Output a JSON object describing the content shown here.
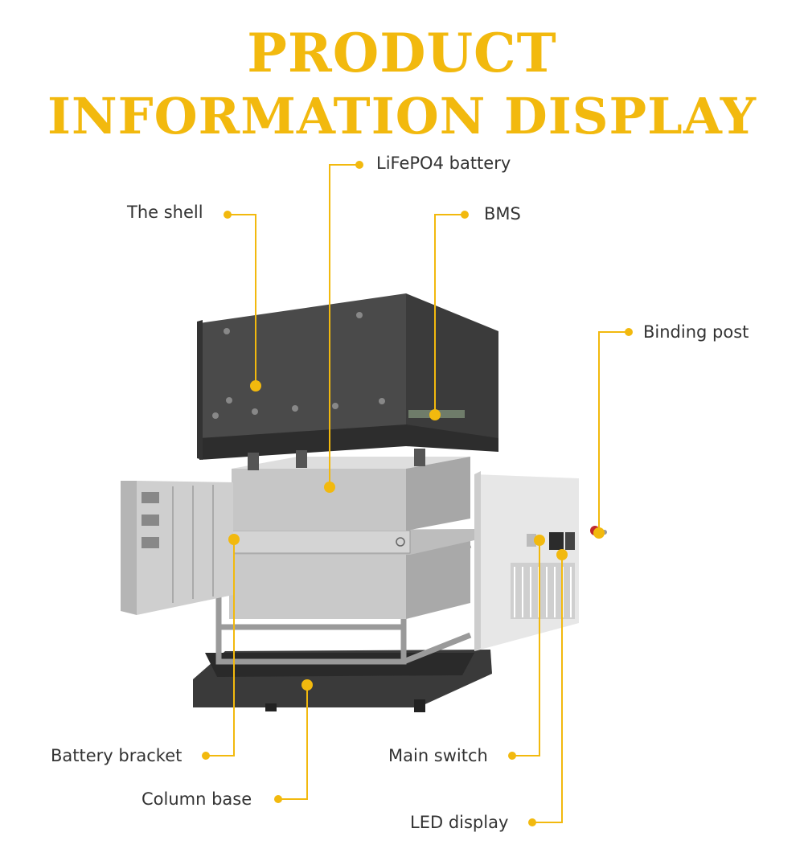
{
  "title": {
    "line1": "PRODUCT",
    "line2": "INFORMATION DISPLAY",
    "color": "#F2B90E"
  },
  "accent_color": "#F2B90E",
  "callouts": {
    "lifepo4_battery": "LiFePO4 battery",
    "the_shell": "The shell",
    "bms": "BMS",
    "binding_post": "Binding post",
    "battery_bracket": "Battery bracket",
    "column_base": "Column base",
    "main_switch": "Main switch",
    "led_display": "LED display"
  }
}
